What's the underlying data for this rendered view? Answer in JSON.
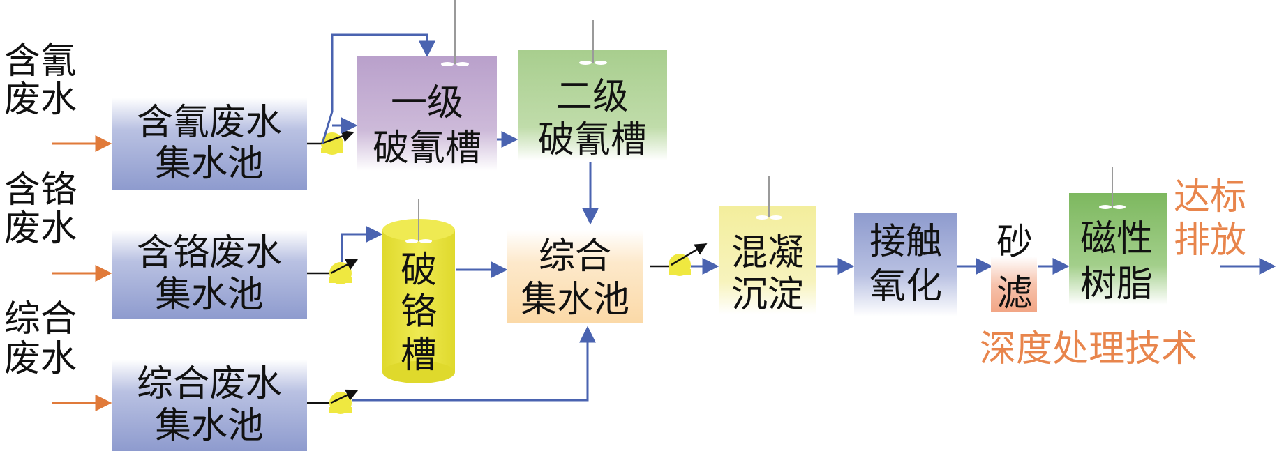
{
  "inputs": {
    "cyanide": [
      "含氰",
      "废水"
    ],
    "chromium": [
      "含铬",
      "废水"
    ],
    "mixed": [
      "综合",
      "废水"
    ]
  },
  "tanks": {
    "cyanide_pool": [
      "含氰废水",
      "集水池"
    ],
    "chromium_pool": [
      "含铬废水",
      "集水池"
    ],
    "mixed_pool": [
      "综合废水",
      "集水池"
    ],
    "cyanide_break_1": [
      "一级",
      "破氰槽"
    ],
    "cyanide_break_2": [
      "二级",
      "破氰槽"
    ],
    "chromium_break": [
      "破",
      "铬",
      "槽"
    ],
    "combined_pool": [
      "综合",
      "集水池"
    ],
    "coagulation": [
      "混凝",
      "沉淀"
    ],
    "contact_oxidation": [
      "接触",
      "氧化"
    ],
    "sand_filter": [
      "砂",
      "滤"
    ],
    "magnetic_resin": [
      "磁性",
      "树脂"
    ]
  },
  "outputs": {
    "discharge": [
      "达标",
      "排放"
    ],
    "advanced_treatment_label": "深度处理技术"
  },
  "colors": {
    "flow_arrow": "#4A63B0",
    "input_arrow": "#E07A3A",
    "pump_arrow": "#111111",
    "pool": "#8E9BCE",
    "purple": "#B9A0CB",
    "green": "#A8CE8E",
    "yellow": "#E6E23C",
    "pale_orange": "#FBD9A7",
    "pale_yellow": "#F3EE9C",
    "blue": "#8E9BCE",
    "salmon": "#F2A585",
    "dark_green": "#7DB85F",
    "orange_text": "#E8854C",
    "pump_fill": "#EFE840"
  }
}
